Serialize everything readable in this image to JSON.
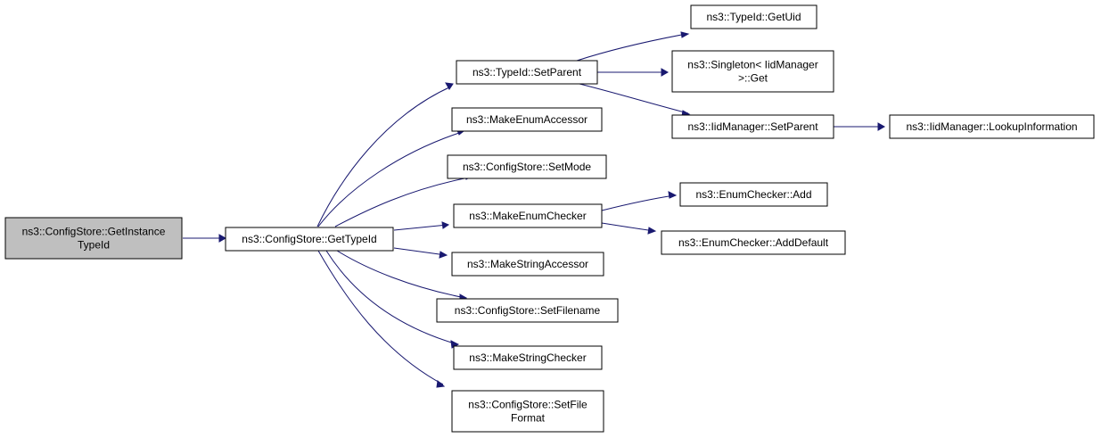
{
  "graph": {
    "nodes": {
      "get_instance_type_id": [
        "ns3::ConfigStore::GetInstance",
        "TypeId"
      ],
      "get_type_id": [
        "ns3::ConfigStore::GetTypeId"
      ],
      "typeid_set_parent": [
        "ns3::TypeId::SetParent"
      ],
      "make_enum_accessor": [
        "ns3::MakeEnumAccessor"
      ],
      "config_store_set_mode": [
        "ns3::ConfigStore::SetMode"
      ],
      "make_enum_checker": [
        "ns3::MakeEnumChecker"
      ],
      "make_string_accessor": [
        "ns3::MakeStringAccessor"
      ],
      "config_store_set_filename": [
        "ns3::ConfigStore::SetFilename"
      ],
      "make_string_checker": [
        "ns3::MakeStringChecker"
      ],
      "config_store_set_file_format": [
        "ns3::ConfigStore::SetFile",
        "Format"
      ],
      "typeid_get_uid": [
        "ns3::TypeId::GetUid"
      ],
      "singleton_get": [
        "ns3::Singleton< IidManager",
        ">::Get"
      ],
      "iid_manager_set_parent": [
        "ns3::IidManager::SetParent"
      ],
      "iid_manager_lookup_information": [
        "ns3::IidManager::LookupInformation"
      ],
      "enum_checker_add": [
        "ns3::EnumChecker::Add"
      ],
      "enum_checker_add_default": [
        "ns3::EnumChecker::AddDefault"
      ]
    },
    "edges": [
      [
        "get_instance_type_id",
        "get_type_id"
      ],
      [
        "get_type_id",
        "typeid_set_parent"
      ],
      [
        "get_type_id",
        "make_enum_accessor"
      ],
      [
        "get_type_id",
        "config_store_set_mode"
      ],
      [
        "get_type_id",
        "make_enum_checker"
      ],
      [
        "get_type_id",
        "make_string_accessor"
      ],
      [
        "get_type_id",
        "config_store_set_filename"
      ],
      [
        "get_type_id",
        "make_string_checker"
      ],
      [
        "get_type_id",
        "config_store_set_file_format"
      ],
      [
        "typeid_set_parent",
        "typeid_get_uid"
      ],
      [
        "typeid_set_parent",
        "singleton_get"
      ],
      [
        "typeid_set_parent",
        "iid_manager_set_parent"
      ],
      [
        "iid_manager_set_parent",
        "iid_manager_lookup_information"
      ],
      [
        "make_enum_checker",
        "enum_checker_add"
      ],
      [
        "make_enum_checker",
        "enum_checker_add_default"
      ]
    ],
    "colors": {
      "edge": "#191970",
      "root_fill": "#bfbfbf",
      "node_fill": "#ffffff",
      "border": "#000000"
    }
  }
}
